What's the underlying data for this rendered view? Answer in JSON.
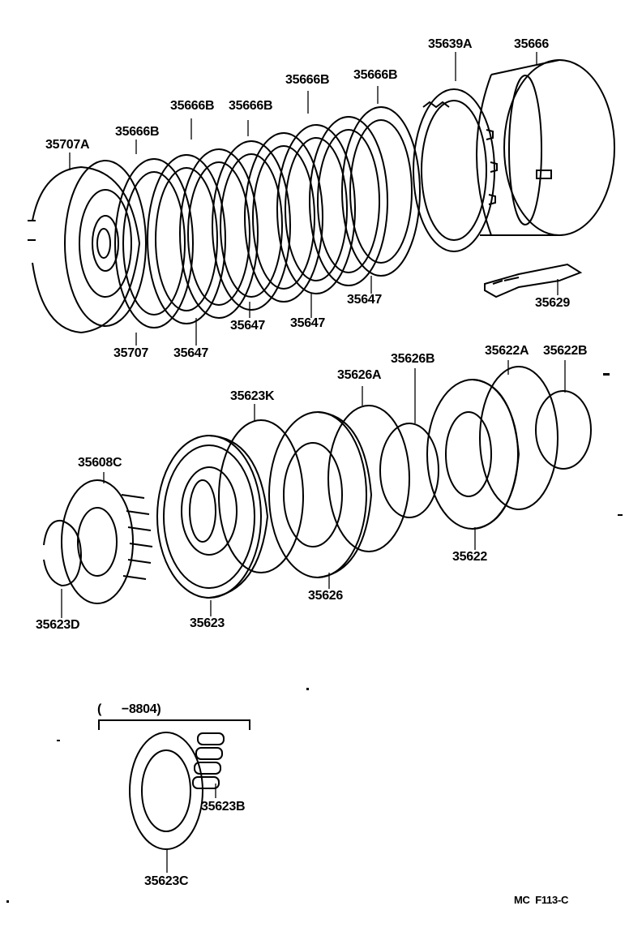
{
  "diagram": {
    "parts": {
      "p35639A": "35639A",
      "p35666": "35666",
      "p35666B_1": "35666B",
      "p35666B_2": "35666B",
      "p35666B_3": "35666B",
      "p35666B_4": "35666B",
      "p35666B_5": "35666B",
      "p35707A": "35707A",
      "p35707": "35707",
      "p35647_1": "35647",
      "p35647_2": "35647",
      "p35647_3": "35647",
      "p35647_4": "35647",
      "p35629": "35629",
      "p35626B": "35626B",
      "p35622A": "35622A",
      "p35622B": "35622B",
      "p35626A": "35626A",
      "p35623K": "35623K",
      "p35608C": "35608C",
      "p35623D": "35623D",
      "p35623": "35623",
      "p35626": "35626",
      "p35622": "35622",
      "p35623B": "35623B",
      "p35623C": "35623C"
    },
    "range_label": "(      −8804)",
    "footer_code": "MC  F113-C"
  }
}
